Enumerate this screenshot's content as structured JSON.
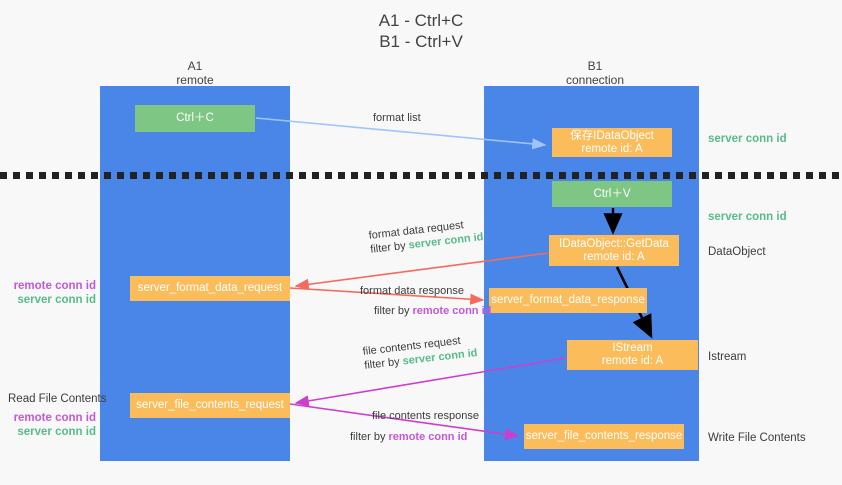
{
  "title": {
    "line1": "A1 - Ctrl+C",
    "line2": "B1 - Ctrl+V"
  },
  "columns": {
    "a1": {
      "name": "A1",
      "role": "remote"
    },
    "b1": {
      "name": "B1",
      "role": "connection"
    }
  },
  "boxes": {
    "ctrl_c": {
      "line1": "Ctrl＋C"
    },
    "save_idataobject": {
      "line1": "保存IDataObject",
      "line2": "remote id: A"
    },
    "ctrl_v": {
      "line1": "Ctrl＋V"
    },
    "getdata": {
      "line1": "IDataObject::GetData",
      "line2": "remote id: A"
    },
    "istream": {
      "line1": "IStream",
      "line2": "remote id: A"
    },
    "server_format_data_request": {
      "line1": "server_format_data_request"
    },
    "server_format_data_response": {
      "line1": "server_format_data_response"
    },
    "server_file_contents_request": {
      "line1": "server_file_contents_request"
    },
    "server_file_contents_response": {
      "line1": "server_file_contents_response"
    }
  },
  "arrow_labels": {
    "format_list": "format list",
    "format_data_request": {
      "line1": "format data request",
      "filter_prefix": "filter by ",
      "filter_value": "server conn id"
    },
    "format_data_response": {
      "line1": "format data response",
      "filter_prefix": "filter by ",
      "filter_value": "remote conn id"
    },
    "file_contents_request": {
      "line1": "file contents request",
      "filter_prefix": "filter by ",
      "filter_value": "server conn id"
    },
    "file_contents_response": {
      "line1": "file contents response",
      "filter_prefix": "filter by ",
      "filter_value": "remote conn id"
    }
  },
  "side_annotations": {
    "server_conn_id_top": "server conn id",
    "server_conn_id_mid": "server conn id",
    "dataobject": "DataObject",
    "istream": "Istream",
    "write_file_contents": "Write File Contents"
  },
  "left_annotations": {
    "remote_conn_id_1": "remote conn id",
    "server_conn_id_1": "server conn id",
    "read_file_contents": "Read File Contents",
    "remote_conn_id_2": "remote conn id",
    "server_conn_id_2": "server conn id"
  },
  "colors": {
    "lane_blue": "#4a86e8",
    "box_green": "#7dc683",
    "box_orange": "#fbbc5c",
    "accent_green_text": "#57bb8a",
    "accent_magenta_text": "#c457d8",
    "arrow_blue": "#9fc5f8",
    "arrow_red": "#f36b5c",
    "arrow_magenta": "#cc3fcc",
    "arrow_black": "#000000",
    "background": "#f8f8f8"
  }
}
